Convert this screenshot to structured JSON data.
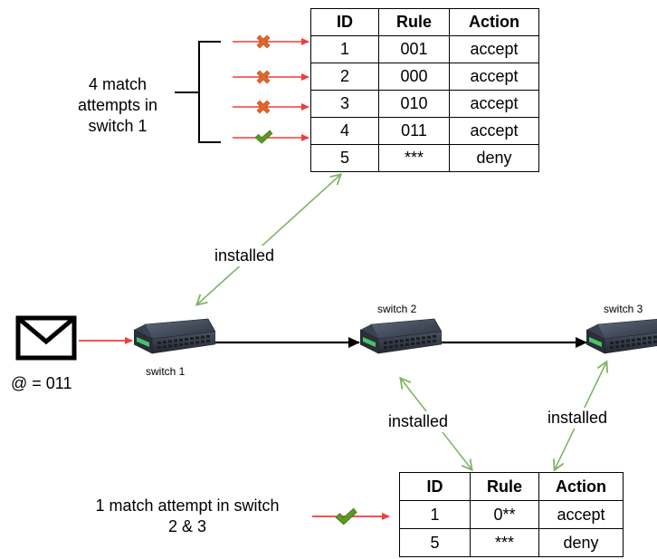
{
  "top_table": {
    "headers": [
      "ID",
      "Rule",
      "Action"
    ],
    "rows": [
      {
        "id": "1",
        "rule": "001",
        "action": "accept",
        "match": "fail"
      },
      {
        "id": "2",
        "rule": "000",
        "action": "accept",
        "match": "fail"
      },
      {
        "id": "3",
        "rule": "010",
        "action": "accept",
        "match": "fail"
      },
      {
        "id": "4",
        "rule": "011",
        "action": "accept",
        "match": "success"
      },
      {
        "id": "5",
        "rule": "***",
        "action": "deny",
        "match": "none"
      }
    ]
  },
  "bottom_table": {
    "headers": [
      "ID",
      "Rule",
      "Action"
    ],
    "rows": [
      {
        "id": "1",
        "rule": "0**",
        "action": "accept"
      },
      {
        "id": "5",
        "rule": "***",
        "action": "deny"
      }
    ]
  },
  "labels": {
    "match_attempts_switch1": [
      "4 match",
      "attempts in",
      "switch 1"
    ],
    "match_attempt_switch23": [
      "1 match attempt in switch",
      "2 & 3"
    ],
    "installed_top": "installed",
    "installed_switch2": "installed",
    "installed_switch3": "installed",
    "packet_address": "@ = 011",
    "switch1": "switch 1",
    "switch2": "switch 2",
    "switch3": "switch 3"
  },
  "icons": {
    "packet": "envelope-icon",
    "switch": "network-switch-icon",
    "fail": "cross-icon",
    "success": "checkmark-icon"
  },
  "colors": {
    "red_arrow": "#f03c3c",
    "green_arrow": "#82b366",
    "cross": "#e1672a",
    "check": "#4d8a1c",
    "switch_body": "#3a4150"
  }
}
